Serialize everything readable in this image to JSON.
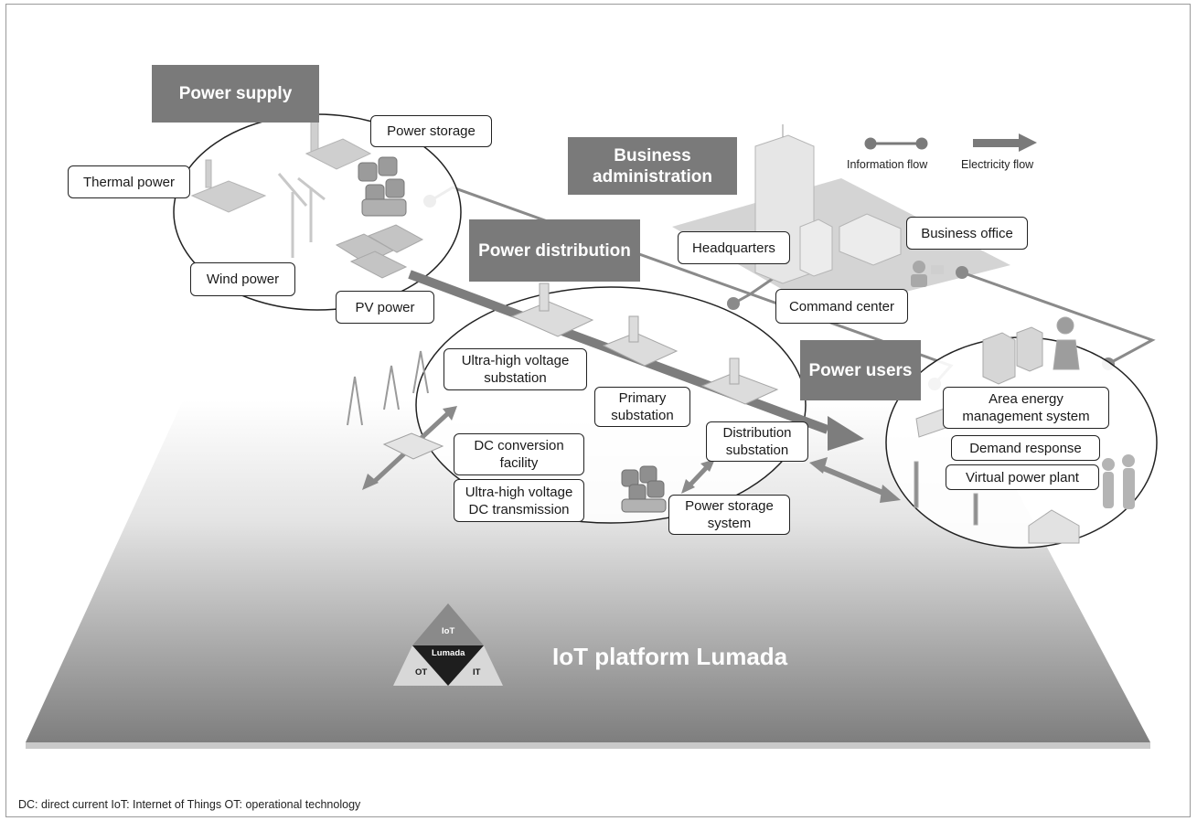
{
  "headers": {
    "power_supply": "Power supply",
    "business_administration": "Business administration",
    "power_distribution": "Power distribution",
    "power_users": "Power users"
  },
  "labels": {
    "power_storage": "Power storage",
    "thermal_power": "Thermal power",
    "wind_power": "Wind power",
    "pv_power": "PV power",
    "headquarters": "Headquarters",
    "business_office": "Business office",
    "command_center": "Command center",
    "ultra_high_voltage_substation": "Ultra-high voltage substation",
    "primary_substation": "Primary substation",
    "distribution_substation": "Distribution substation",
    "dc_conversion_facility": "DC conversion facility",
    "ultra_high_voltage_dc_transmission": "Ultra-high voltage DC transmission",
    "power_storage_system": "Power storage system",
    "area_energy_management_system": "Area energy management system",
    "demand_response": "Demand response",
    "virtual_power_plant": "Virtual power plant"
  },
  "legend": {
    "information_flow": "Information flow",
    "electricity_flow": "Electricity flow"
  },
  "platform": {
    "title": "IoT platform Lumada",
    "triangle_top": "IoT",
    "triangle_center": "Lumada",
    "triangle_left": "OT",
    "triangle_right": "IT"
  },
  "footnote": "DC: direct current   IoT: Internet of Things   OT: operational technology",
  "colors": {
    "header_fill": "#7a7a7a",
    "platform_dark": "#7f7f7f",
    "flow_line": "#8a8a8a"
  }
}
